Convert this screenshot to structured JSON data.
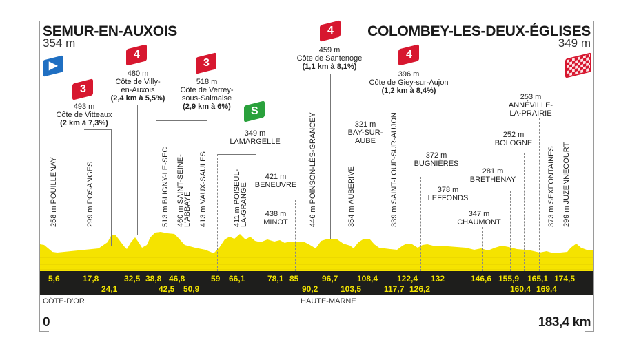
{
  "start": {
    "city": "SEMUR-EN-AUXOIS",
    "altitude": "354 m",
    "icon": "start-flag-icon"
  },
  "finish": {
    "city": "COLOMBEY-LES-DEUX-ÉGLISES",
    "altitude": "349 m",
    "icon": "checkered-flag-icon"
  },
  "colors": {
    "profile": "#f5e300",
    "bar": "#1e1e1c",
    "km_text": "#f2e400",
    "climb_badge": "#d7172f",
    "sprint_badge": "#2aa13c",
    "start_badge": "#1f6fc2"
  },
  "climbs": [
    {
      "cat": "3",
      "alt": "493 m",
      "name": "Côte de Vitteaux",
      "detail": "(2 km à 7,3%)"
    },
    {
      "cat": "4",
      "alt": "480 m",
      "name1": "Côte de Villy-",
      "name2": "en-Auxois",
      "detail": "(2,4 km à 5,5%)"
    },
    {
      "cat": "3",
      "alt": "518 m",
      "name1": "Côte de Verrey-",
      "name2": "sous-Salmaise",
      "detail": "(2,9 km à 6%)"
    },
    {
      "cat": "4",
      "alt": "459 m",
      "name": "Côte de Santenoge",
      "detail": "(1,1 km à 8,1%)"
    },
    {
      "cat": "4",
      "alt": "396 m",
      "name": "Côte de Giey-sur-Aujon",
      "detail": "(1,2 km à 8,4%)"
    }
  ],
  "sprint": {
    "badge": "S",
    "alt": "349 m",
    "name": "LAMARGELLE"
  },
  "vertical_places": [
    "258 m POUILLENAY",
    "299 m POSANGES",
    "513 m BLIGNY-LE-SEC",
    "460 m SAINT-SEINE-",
    "L'ABBAYE",
    "413 m VAUX-SAULES",
    "411 m POISEUL-",
    "LA-GRANGE",
    "446 m POINSON-LÈS-GRANCEY",
    "354 m AUBERIVE",
    "339 m SAINT-LOUP-SUR-AUJON",
    "373 m SEXFONTAINES",
    "299 m JUZENNECOURT"
  ],
  "places": [
    {
      "alt": "421 m",
      "name": "BENEUVRE"
    },
    {
      "alt": "438 m",
      "name": "MINOT"
    },
    {
      "alt": "321 m",
      "name1": "BAY-SUR-",
      "name2": "AUBE"
    },
    {
      "alt": "372 m",
      "name": "BUGNIÈRES"
    },
    {
      "alt": "378 m",
      "name": "LEFFONDS"
    },
    {
      "alt": "347 m",
      "name": "CHAUMONT"
    },
    {
      "alt": "281 m",
      "name": "BRETHENAY"
    },
    {
      "alt": "252 m",
      "name": "BOLOGNE"
    },
    {
      "alt": "253 m",
      "name1": "ANNÉVILLE-",
      "name2": "LA-PRAIRIE"
    }
  ],
  "km_top": [
    "5,6",
    "17,8",
    "32,5",
    "38,8",
    "46,8",
    "59",
    "66,1",
    "78,1",
    "85",
    "96,7",
    "108,4",
    "122,4",
    "132",
    "146,6",
    "155,9",
    "165,1",
    "174,5"
  ],
  "km_bottom": [
    "24,1",
    "42,5",
    "50,9",
    "90,2",
    "103,5",
    "117,7",
    "126,2",
    "160,4",
    "169,4"
  ],
  "regions": [
    "CÔTE-D'OR",
    "HAUTE-MARNE"
  ],
  "distance": {
    "start": "0",
    "end": "183,4 km"
  },
  "chart_data": {
    "type": "area",
    "title": "Semur-en-Auxois → Colombey-les-Deux-Églises",
    "xlabel": "km",
    "ylabel": "altitude (m)",
    "xlim": [
      0,
      183.4
    ],
    "points": [
      {
        "km": 0,
        "alt": 354,
        "name": "Semur-en-Auxois"
      },
      {
        "km": 5.6,
        "alt": 258,
        "name": "Pouillenay"
      },
      {
        "km": 17.8,
        "alt": 299,
        "name": "Posanges"
      },
      {
        "km": 24.1,
        "alt": 493,
        "name": "Côte de Vitteaux"
      },
      {
        "km": 32.5,
        "alt": 480,
        "name": "Côte de Villy-en-Auxois"
      },
      {
        "km": 38.8,
        "alt": 518,
        "name": "Côte de Verrey-sous-Salmaise"
      },
      {
        "km": 42.5,
        "alt": 513,
        "name": "Bligny-le-Sec"
      },
      {
        "km": 46.8,
        "alt": 460,
        "name": "Saint-Seine-l'Abbaye"
      },
      {
        "km": 50.9,
        "alt": 413,
        "name": "Vaux-Saules"
      },
      {
        "km": 59,
        "alt": 349,
        "name": "Lamargelle (sprint)"
      },
      {
        "km": 66.1,
        "alt": 411,
        "name": "Poiseul-la-Grange"
      },
      {
        "km": 78.1,
        "alt": 438,
        "name": "Minot"
      },
      {
        "km": 85,
        "alt": 421,
        "name": "Beneuvre"
      },
      {
        "km": 90.2,
        "alt": 446,
        "name": "Poinson-lès-Grancey"
      },
      {
        "km": 96.7,
        "alt": 459,
        "name": "Côte de Santenoge"
      },
      {
        "km": 103.5,
        "alt": 354,
        "name": "Auberive"
      },
      {
        "km": 108.4,
        "alt": 321,
        "name": "Bay-sur-Aube"
      },
      {
        "km": 117.7,
        "alt": 339,
        "name": "Saint-Loup-sur-Aujon"
      },
      {
        "km": 122.4,
        "alt": 396,
        "name": "Côte de Giey-sur-Aujon"
      },
      {
        "km": 126.2,
        "alt": 372,
        "name": "Bugnières"
      },
      {
        "km": 132,
        "alt": 378,
        "name": "Leffonds"
      },
      {
        "km": 146.6,
        "alt": 347,
        "name": "Chaumont"
      },
      {
        "km": 155.9,
        "alt": 281,
        "name": "Brethenay"
      },
      {
        "km": 160.4,
        "alt": 252,
        "name": "Bologne"
      },
      {
        "km": 165.1,
        "alt": 253,
        "name": "Annéville-la-Prairie"
      },
      {
        "km": 169.4,
        "alt": 373,
        "name": "Sexfontaines"
      },
      {
        "km": 174.5,
        "alt": 299,
        "name": "Juzennecourt"
      },
      {
        "km": 183.4,
        "alt": 349,
        "name": "Colombey-les-Deux-Églises"
      }
    ]
  }
}
